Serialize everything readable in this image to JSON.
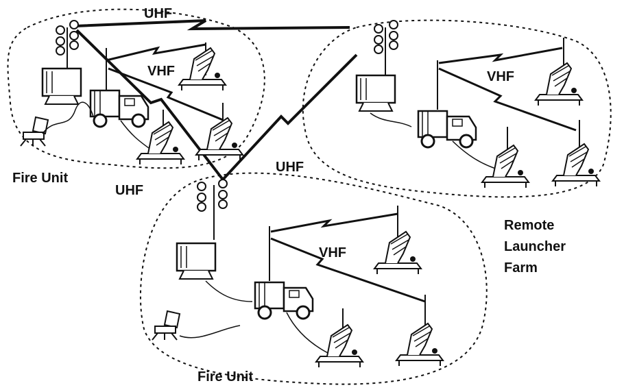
{
  "labels": {
    "uhf_top": "UHF",
    "uhf_left": "UHF",
    "uhf_right": "UHF",
    "vhf_left": "VHF",
    "vhf_right": "VHF",
    "vhf_bottom": "VHF",
    "fire_unit_left": "Fire Unit",
    "fire_unit_bottom": "Fire Unit",
    "remote_line1": "Remote",
    "remote_line2": "Launcher",
    "remote_line3": "Farm"
  },
  "colors": {
    "ink": "#111111",
    "background": "#ffffff"
  }
}
